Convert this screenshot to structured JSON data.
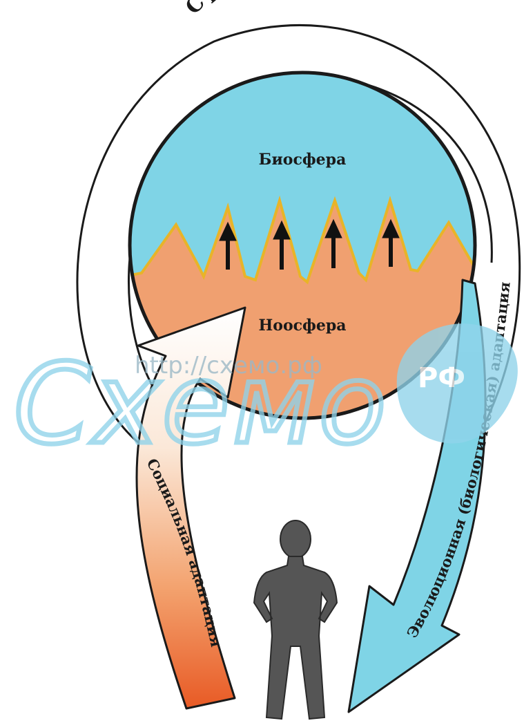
{
  "ring_label": "Среда обитания",
  "biosphere_label": "Биосфера",
  "noosphere_label": "Ноосфера",
  "social_arrow_label": "Социальная адаптация",
  "evolution_arrow_label": "Эволюционная (биологическая) адаптация",
  "watermark": {
    "script": "Схемо",
    "url": "http://схемо.рф",
    "badge": "РФ"
  },
  "colors": {
    "biosphere": "#7fd4e6",
    "noosphere": "#f0a070",
    "peak_outline": "#e8b428",
    "social_arrow_top": "#ffffff",
    "social_arrow_bottom": "#e85a25",
    "evolution_arrow": "#7fd4e6",
    "human": "#555555",
    "watermark": "#8fd3ea"
  }
}
